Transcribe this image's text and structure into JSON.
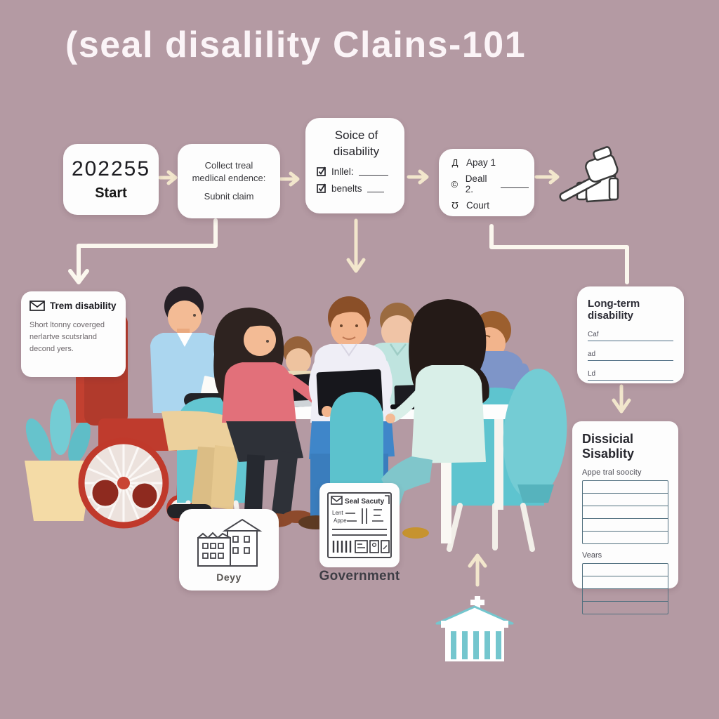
{
  "title": "(seal disalility Clains-101",
  "flow": {
    "step1": {
      "number": "202255",
      "label": "Start"
    },
    "step2": {
      "line1": "Collect treal",
      "line2": "medlical endence:",
      "line3": "Subnit claim"
    },
    "step3": {
      "line1": "Soice of",
      "line2": "disability",
      "item1": "Inllel:",
      "item2": "benelts"
    },
    "step4": {
      "icon1": "Д",
      "item1": "Apay 1",
      "icon2": "©",
      "item2": "Deall 2.",
      "icon3": "Ʊ",
      "item3": "Court"
    }
  },
  "left_card": {
    "title": "Trem disability",
    "body1": "Short ltonny coverged",
    "body2": "nerlartve scutsrland",
    "body3": "decond yers."
  },
  "right_card": {
    "title": "Long-term disability",
    "field1": "Caf",
    "field2": "ad",
    "field3": "Ld"
  },
  "appeal_card": {
    "title": "Dissicial Sisablity",
    "subtitle": "Appe tral soocity",
    "years_label": "Vears"
  },
  "agency_card": {
    "label": "Deyy"
  },
  "ssa_card": {
    "header": "Seal Sacuty",
    "field1": "Lent",
    "field2": "Appe"
  },
  "government_label": "Government",
  "colors": {
    "background": "#b49aa3",
    "card": "#fdfdfd",
    "arrow_cream": "#f2e6cc",
    "arrow_white": "#fbf7ee",
    "teal": "#63c6d1",
    "wheelchair_red": "#c0392b",
    "form_line_slate": "#51707f",
    "title_text": "#fbf4f7"
  }
}
